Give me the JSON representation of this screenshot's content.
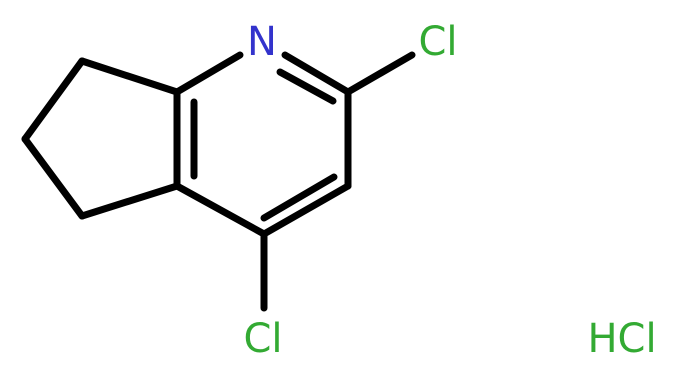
{
  "molecule": {
    "atoms": {
      "n1": {
        "text": "N",
        "color": "#3333cc"
      },
      "cl2": {
        "text": "Cl",
        "color": "#33aa33"
      },
      "cl4": {
        "text": "Cl",
        "color": "#33aa33"
      }
    },
    "salt": {
      "text": "HCl",
      "color": "#33aa33"
    },
    "bond_color": "#000000"
  }
}
